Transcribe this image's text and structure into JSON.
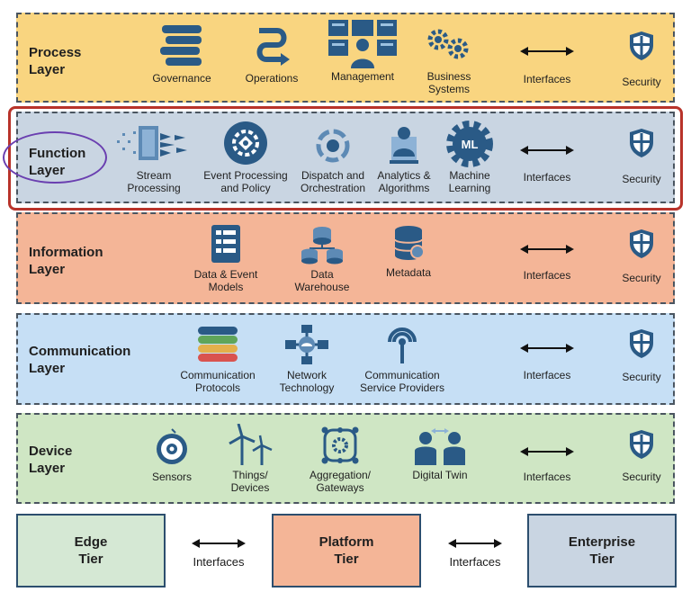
{
  "colors": {
    "process": "#f9d580",
    "function": "#c9d5e2",
    "information": "#f4b597",
    "communication": "#c6dff5",
    "device": "#cfe6c4",
    "icon": "#2a5a86",
    "highlight_box": "#b8332a",
    "circle": "#6a3fb0"
  },
  "layers": [
    {
      "name": "Process\nLayer",
      "items": [
        {
          "label": "Governance",
          "icon": "stack-icon"
        },
        {
          "label": "Operations",
          "icon": "route-icon"
        },
        {
          "label": "Management",
          "icon": "dashboard-person-icon"
        },
        {
          "label": "Business\nSystems",
          "icon": "gears-icon"
        },
        {
          "label": "Interfaces",
          "icon": "double-arrow-icon"
        },
        {
          "label": "Security",
          "icon": "shield-icon"
        }
      ]
    },
    {
      "name": "Function\nLayer",
      "items": [
        {
          "label": "Stream\nProcessing",
          "icon": "stream-icon"
        },
        {
          "label": "Event Processing\nand Policy",
          "icon": "event-gear-icon"
        },
        {
          "label": "Dispatch and\nOrchestration",
          "icon": "dispatch-icon"
        },
        {
          "label": "Analytics &\nAlgorithms",
          "icon": "analytics-icon"
        },
        {
          "label": "Machine\nLearning",
          "icon": "ml-gear-icon"
        },
        {
          "label": "Interfaces",
          "icon": "double-arrow-icon"
        },
        {
          "label": "Security",
          "icon": "shield-icon"
        }
      ]
    },
    {
      "name": "Information\nLayer",
      "items": [
        {
          "label": "Data & Event\nModels",
          "icon": "document-icon"
        },
        {
          "label": "Data\nWarehouse",
          "icon": "warehouse-icon"
        },
        {
          "label": "Metadata",
          "icon": "database-icon"
        },
        {
          "label": "Interfaces",
          "icon": "double-arrow-icon"
        },
        {
          "label": "Security",
          "icon": "shield-icon"
        }
      ]
    },
    {
      "name": "Communication\nLayer",
      "items": [
        {
          "label": "Communication\nProtocols",
          "icon": "layers-icon"
        },
        {
          "label": "Network\nTechnology",
          "icon": "network-icon"
        },
        {
          "label": "Communication\nService Providers",
          "icon": "antenna-icon"
        },
        {
          "label": "Interfaces",
          "icon": "double-arrow-icon"
        },
        {
          "label": "Security",
          "icon": "shield-icon"
        }
      ]
    },
    {
      "name": "Device\nLayer",
      "items": [
        {
          "label": "Sensors",
          "icon": "sensor-icon"
        },
        {
          "label": "Things/\nDevices",
          "icon": "wind-turbine-icon"
        },
        {
          "label": "Aggregation/\nGateways",
          "icon": "gateway-icon"
        },
        {
          "label": "Digital Twin",
          "icon": "twin-icon"
        },
        {
          "label": "Interfaces",
          "icon": "double-arrow-icon"
        },
        {
          "label": "Security",
          "icon": "shield-icon"
        }
      ]
    }
  ],
  "tiers": [
    {
      "name": "Edge\nTier",
      "color": "#d5e8d4"
    },
    {
      "name": "Platform\nTier",
      "color": "#f4b597"
    },
    {
      "name": "Enterprise\nTier",
      "color": "#c9d5e2"
    }
  ],
  "tier_links": [
    "Interfaces",
    "Interfaces"
  ]
}
